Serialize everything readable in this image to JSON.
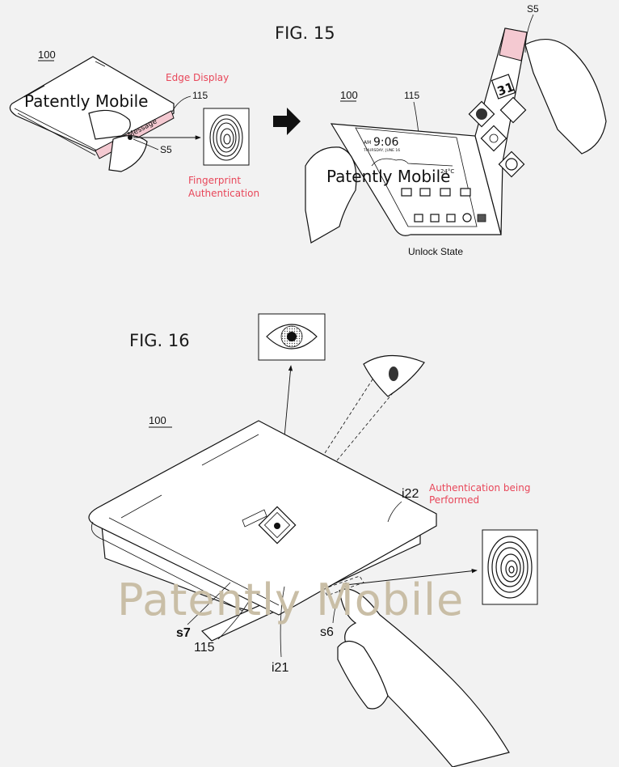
{
  "fig15": {
    "title": "FIG. 15",
    "left": {
      "ref_device": "100",
      "ref_display": "115",
      "ref_sensor": "S5",
      "edge_label": "Edge Display",
      "edge_screen_text": "Message",
      "caption_line1": "Fingerprint",
      "caption_line2": "Authentication"
    },
    "right": {
      "ref_device": "100",
      "ref_display": "115",
      "ref_sensor": "S5",
      "clock": "9:06",
      "clock_ampm": "AM",
      "date": "THURSDAY, JUNE 16",
      "temperature": "24°C",
      "calendar_day": "31",
      "caption": "Unlock State"
    }
  },
  "fig16": {
    "title": "FIG. 16",
    "ref_device": "100",
    "ref_i22": "i22",
    "ref_i21": "i21",
    "ref_s7": "s7",
    "ref_s6": "s6",
    "ref_display": "115",
    "status_line1": "Authentication being",
    "status_line2": "Performed"
  },
  "watermark": {
    "text": "Patently Mobile"
  },
  "colors": {
    "background": "#f2f2f2",
    "annotation_red": "#e8475a",
    "edge_pink": "#f4c9d1",
    "watermark_tan": "#c9bea6"
  }
}
